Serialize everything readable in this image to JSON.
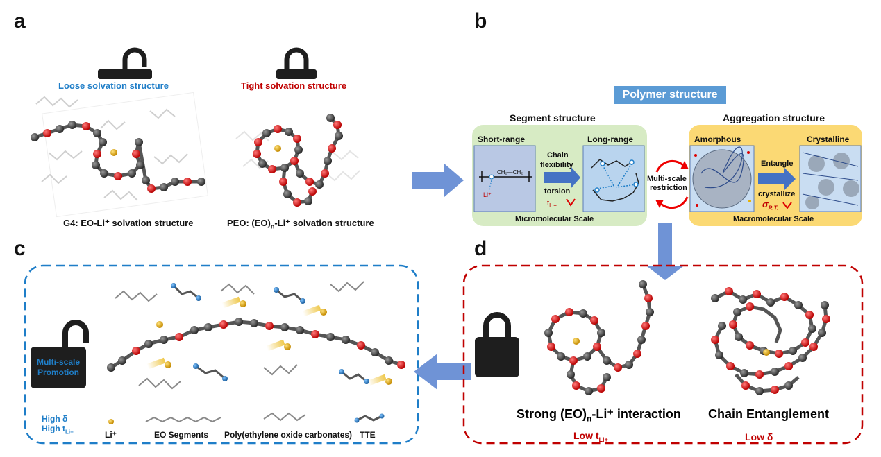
{
  "panels": {
    "a": "a",
    "b": "b",
    "c": "c",
    "d": "d"
  },
  "panel_a": {
    "loose_title": "Loose solvation structure",
    "tight_title": "Tight solvation structure",
    "g4_caption": "G4: EO-Li⁺ solvation structure",
    "peo_caption_pre": "PEO: (EO)",
    "peo_caption_sub": "n",
    "peo_caption_post": "-Li⁺ solvation structure"
  },
  "panel_b": {
    "title": "Polymer structure",
    "segment_title": "Segment structure",
    "aggregation_title": "Aggregation structure",
    "short_range": "Short-range",
    "long_range": "Long-range",
    "chain": "Chain",
    "flexibility": "flexibility",
    "torsion": "torsion",
    "t_li": "t",
    "t_li_sub": "Li+",
    "micro_scale": "Micromolecular Scale",
    "amorphous": "Amorphous",
    "crystalline": "Crystalline",
    "entangle": "Entangle",
    "crystallize": "crystallize",
    "sigma": "σ",
    "sigma_sub": "R.T.",
    "macro_scale": "Macromolecular Scale",
    "multi_scale_1": "Multi-scale",
    "multi_scale_2": "restriction",
    "segment_formula": "CH₂—CH₂",
    "li_label": "Li⁺"
  },
  "panel_c": {
    "promotion_1": "Multi-scale",
    "promotion_2": "Promotion",
    "high_delta": "High δ",
    "high_t": "High t",
    "high_t_sub": "Li+",
    "legend_li": "Li⁺",
    "legend_eo": "EO Segments",
    "legend_poly": "Poly(ethylene oxide carbonates)",
    "legend_tte": "TTE"
  },
  "panel_d": {
    "strong_pre": "Strong  (EO)",
    "strong_sub": "n",
    "strong_post": "-Li⁺ interaction",
    "entanglement": "Chain Entanglement",
    "low_t": "Low t",
    "low_t_sub": "Li+",
    "low_delta": "Low δ"
  },
  "colors": {
    "blue_accent": "#1f7ec8",
    "red_accent": "#c00000",
    "arrow_blue": "#6f93d6",
    "green_box": "#d7ebc4",
    "yellow_box": "#fbd974",
    "title_bg": "#5b9bd5"
  }
}
